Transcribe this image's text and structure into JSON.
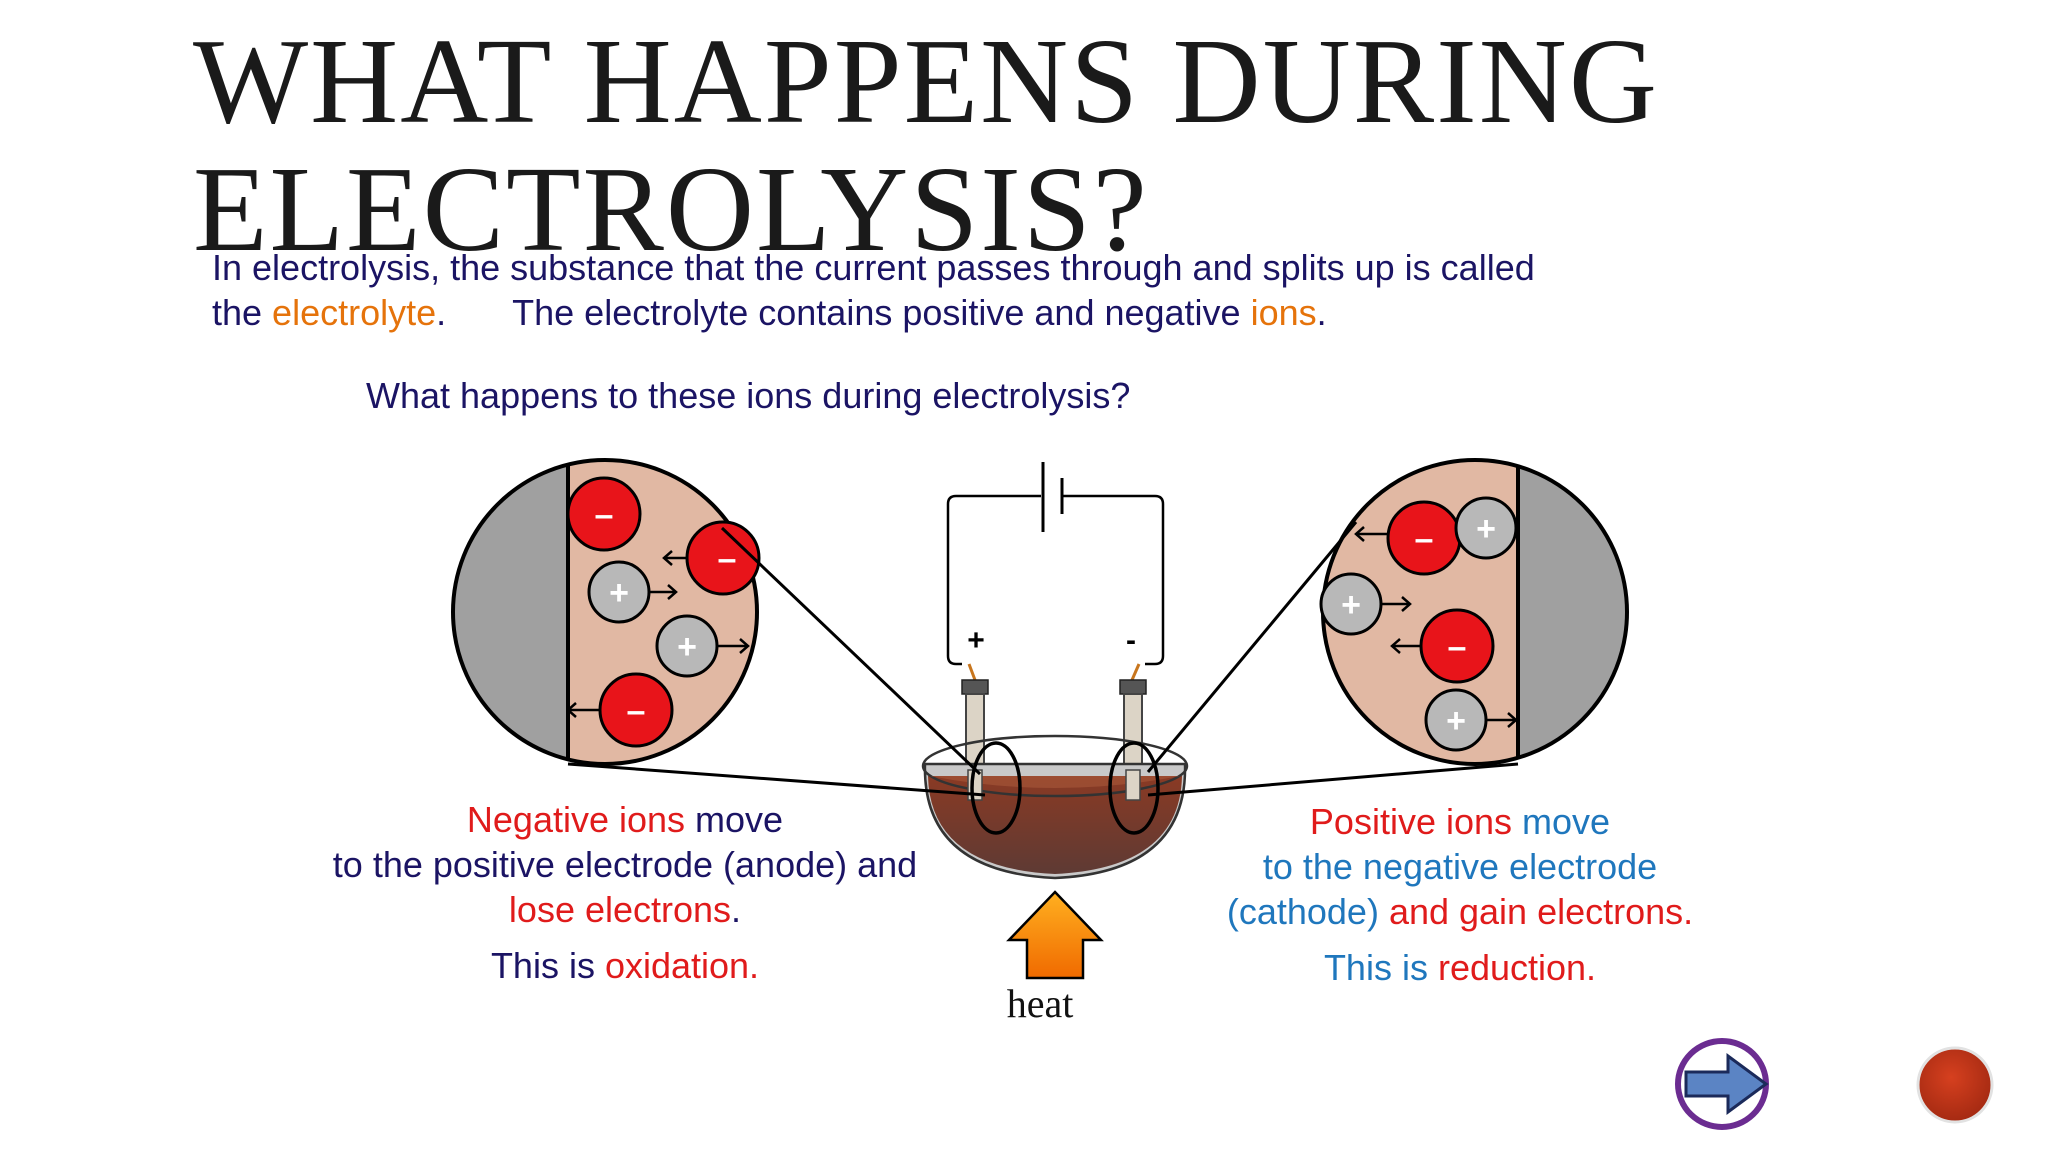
{
  "slide": {
    "title": "WHAT HAPPENS DURING ELECTROLYSIS?",
    "intro": {
      "part1": "In electrolysis, the substance that the current passes through and splits up is called",
      "part2": "the ",
      "electrolyte": "electrolyte",
      "part3": ".",
      "part4": "The electrolyte contains positive and negative ",
      "ions": "ions",
      "part5": "."
    },
    "question": "What happens to these ions during electrolysis?"
  },
  "left_caption": {
    "neg_ions": "Negative ions",
    "move": " move",
    "line2": "to the positive electrode (anode) and",
    "lose_electrons": "lose electrons",
    "dot": ".",
    "this_is": "This is ",
    "oxidation": "oxidation."
  },
  "right_caption": {
    "pos_ions": "Positive ions",
    "move": " move",
    "line2": "to the negative electrode",
    "cathode": "(cathode)",
    "gain": " and gain electrons.",
    "this_is": "This is ",
    "reduction": "reduction."
  },
  "diagram": {
    "plus_symbol": "+",
    "minus_symbol": "-",
    "ion_plus": "+",
    "ion_minus": "–",
    "heat": "heat"
  },
  "colors": {
    "navy": "#1b1464",
    "orange": "#e5730b",
    "red": "#e01b1b",
    "blue": "#1f77bd"
  },
  "icons": {
    "next": "next-arrow-icon",
    "end": "end-circle-icon"
  }
}
